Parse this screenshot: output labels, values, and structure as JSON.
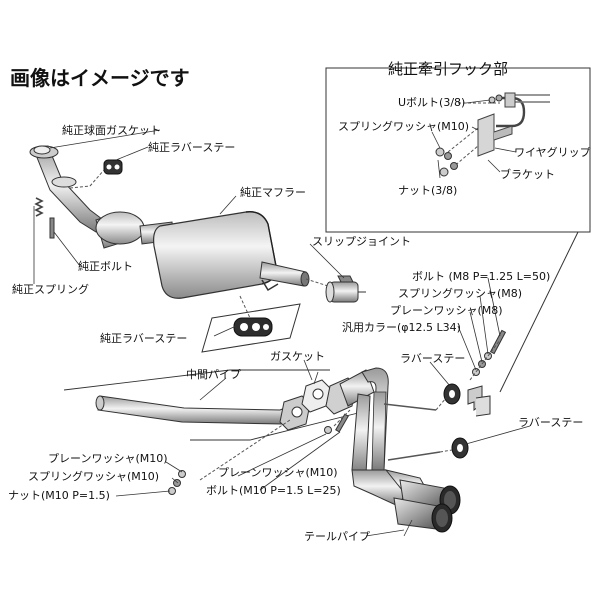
{
  "title": "画像はイメージです",
  "inset": {
    "title": "純正牽引フック部",
    "labels": {
      "u_bolt": "Uボルト(3/8)",
      "spring_washer": "スプリングワッシャ(M10)",
      "wire_grip": "ワイヤグリップ",
      "bracket": "ブラケット",
      "nut": "ナット(3/8)"
    }
  },
  "labels": {
    "ball_gasket": "純正球面ガスケット",
    "rubber_stay_top": "純正ラバーステー",
    "muffler": "純正マフラー",
    "bolt_oem": "純正ボルト",
    "spring_oem": "純正スプリング",
    "slip_joint": "スリップジョイント",
    "rubber_stay_mid": "純正ラバーステー",
    "bolt_m8": "ボルト (M8 P=1.25 L=50)",
    "spring_washer_m8": "スプリングワッシャ(M8)",
    "plain_washer_m8": "プレーンワッシャ(M8)",
    "collar": "汎用カラー(φ12.5  L34)",
    "gasket": "ガスケット",
    "center_pipe": "中間パイプ",
    "rubber_stay_1": "ラバーステー",
    "rubber_stay_2": "ラバーステー",
    "plain_washer_m10_a": "プレーンワッシャ(M10)",
    "spring_washer_m10": "スプリングワッシャ(M10)",
    "nut_m10": "ナット(M10 P=1.5)",
    "plain_washer_m10_b": "プレーンワッシャ(M10)",
    "bolt_m10": "ボルト(M10 P=1.5 L=25)",
    "tail_pipe": "テールパイプ"
  }
}
